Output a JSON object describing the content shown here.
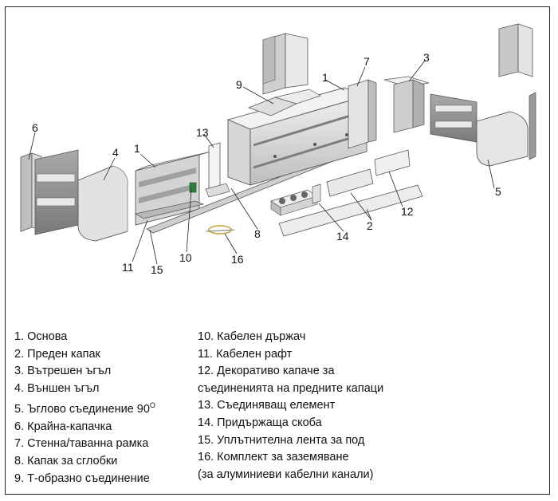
{
  "callouts": {
    "c1a": "1",
    "c1b": "1",
    "c2": "2",
    "c3": "3",
    "c4": "4",
    "c5": "5",
    "c6": "6",
    "c7": "7",
    "c8": "8",
    "c9": "9",
    "c10": "10",
    "c11": "11",
    "c12": "12",
    "c13": "13",
    "c14": "14",
    "c15": "15",
    "c16": "16"
  },
  "legend_left": [
    "1. Основа",
    "2. Преден капак",
    "3. Вътрешен ъгъл",
    "4. Външен ъгъл",
    "5. Ъглово съединение 90",
    "6. Крайна-капачка",
    "7. Стенна/таванна рамка",
    "8. Капак за сглобки",
    "9. Т-образно съединение"
  ],
  "legend_5_sup": "O",
  "legend_right": [
    "10. Кабелен държач",
    "11. Кабелен рафт",
    "12. Декоративо капаче за съединенията на предните капаци",
    "13. Съединяващ елемент",
    "14. Придържаща скоба",
    "15. Уплътнителна лента за под",
    "16. Комплект за заземяване",
    "(за алуминиеви кабелни канали)"
  ],
  "colors": {
    "part_light": "#e6e6e6",
    "part_mid": "#c9c9c9",
    "part_dark": "#8d8d8d",
    "edge": "#555555",
    "accent_green": "#2e7d3a"
  }
}
